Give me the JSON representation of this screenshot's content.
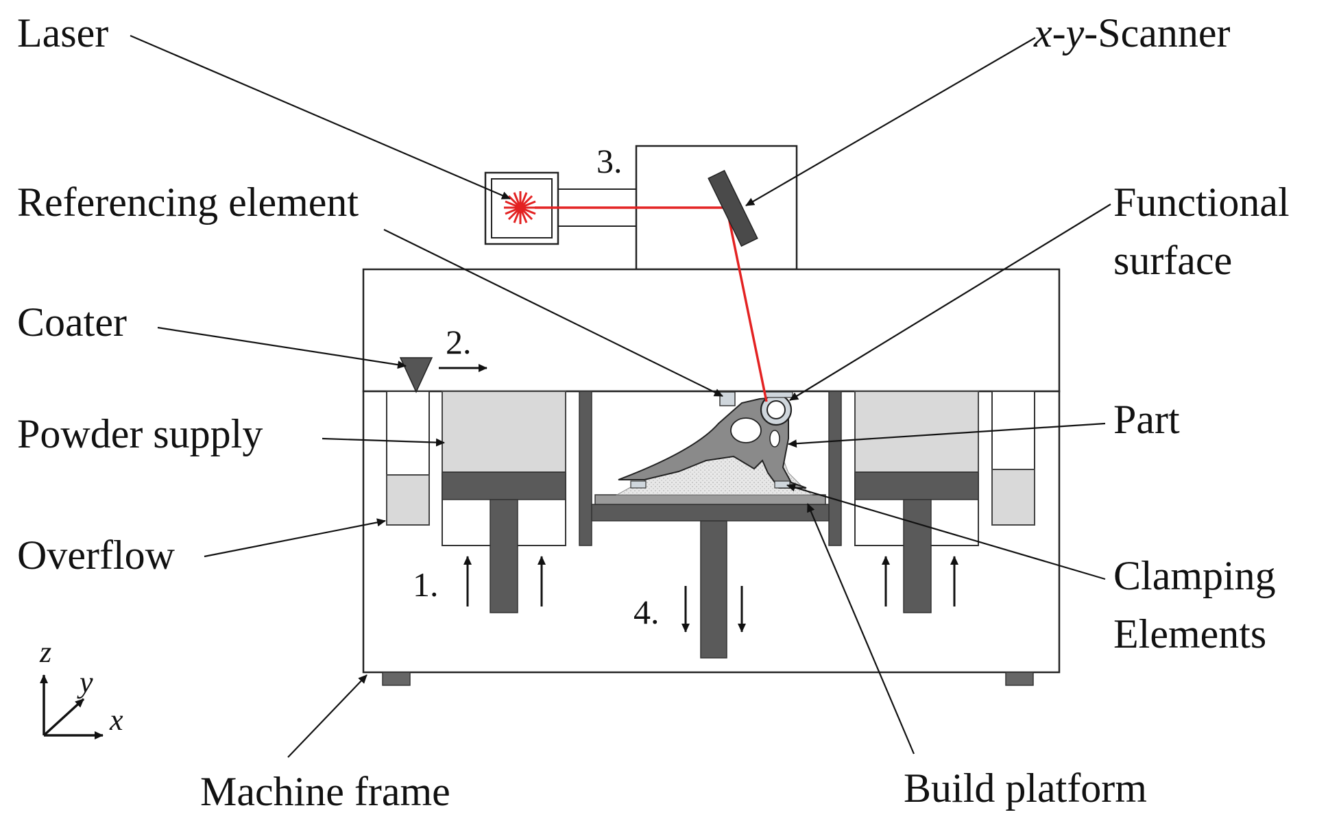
{
  "labels": {
    "laser": "Laser",
    "scanner_prefix": "x",
    "scanner_dash1": "-",
    "scanner_y": "y",
    "scanner_suffix": "-Scanner",
    "referencing_element": "Referencing element",
    "functional_surface_1": "Functional",
    "functional_surface_2": "surface",
    "coater": "Coater",
    "powder_supply": "Powder supply",
    "part": "Part",
    "overflow": "Overflow",
    "clamping_1": "Clamping",
    "clamping_2": "Elements",
    "machine_frame": "Machine frame",
    "build_platform": "Build platform"
  },
  "steps": {
    "step1": "1.",
    "step2": "2.",
    "step3": "3.",
    "step4": "4."
  },
  "axes": {
    "z": "z",
    "y": "y",
    "x": "x"
  },
  "colors": {
    "laser_beam": "#e32222",
    "part": "#8a8a8a",
    "powder": "#d9d9d9",
    "piston": "#5a5a5a"
  }
}
